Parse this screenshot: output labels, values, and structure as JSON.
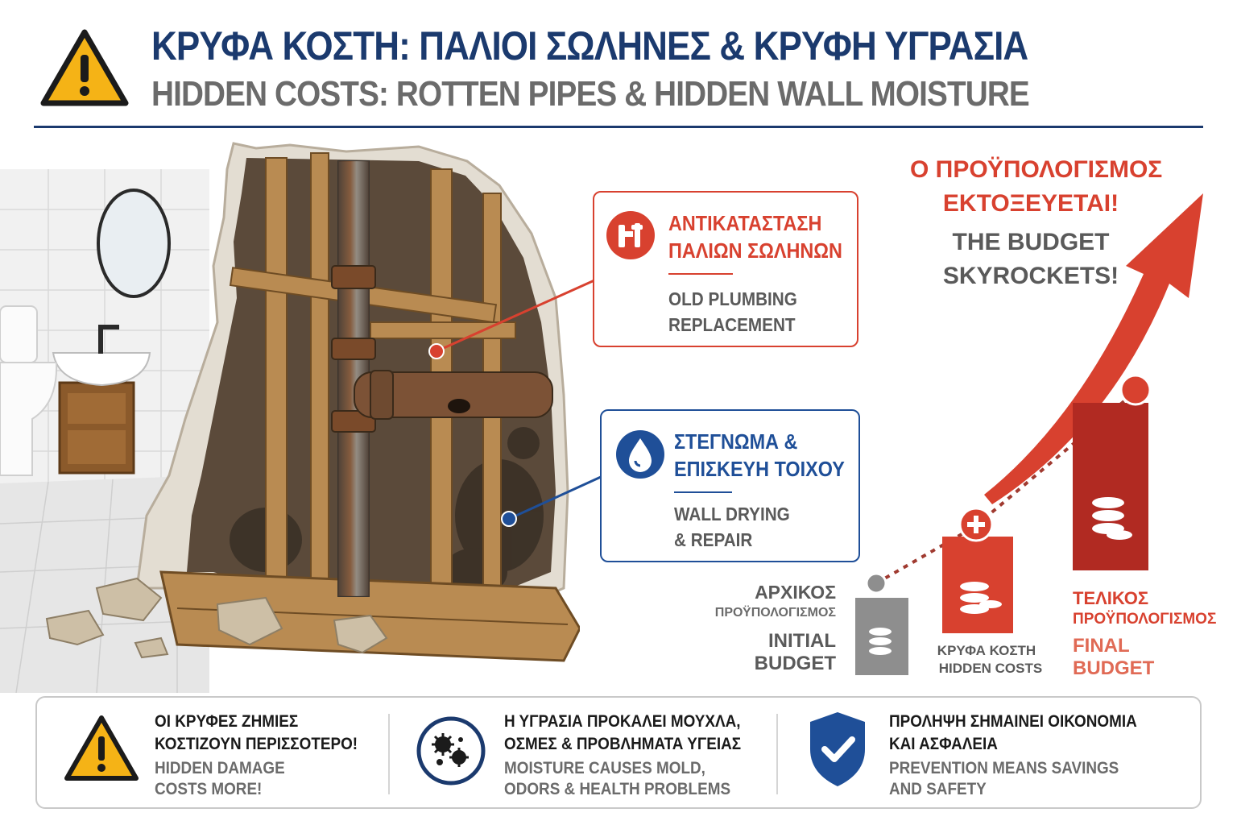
{
  "header": {
    "title_greek": "ΚΡΥΦΑ ΚΟΣΤΗ: ΠΑΛΙΟΙ ΣΩΛΗΝΕΣ & ΚΡΥΦΗ ΥΓΡΑΣΙΑ",
    "title_english": "HIDDEN COSTS: ROTTEN PIPES & HIDDEN WALL MOISTURE"
  },
  "callouts": {
    "pipes": {
      "title_line1": "ΑΝΤΙΚΑΤΑΣΤΑΣΗ",
      "title_line2": "ΠΑΛΙΩΝ ΣΩΛΗΝΩΝ",
      "sub_line1": "OLD PLUMBING",
      "sub_line2": "REPLACEMENT"
    },
    "wall": {
      "title_line1": "ΣΤΕΓΝΩΜΑ &",
      "title_line2": "ΕΠΙΣΚΕΥΗ ΤΟΙΧΟΥ",
      "sub_line1": "WALL DRYING",
      "sub_line2": "& REPAIR"
    }
  },
  "budget": {
    "headline_greek_line1": "Ο ΠΡΟΫΠΟΛΟΓΙΣΜΟΣ",
    "headline_greek_line2": "ΕΚΤΟΞΕΥΕΤΑΙ!",
    "headline_english_line1": "THE BUDGET",
    "headline_english_line2": "SKYROCKETS!",
    "initial": {
      "greek_line1": "ΑΡΧΙΚΟΣ",
      "greek_line2": "ΠΡΟΫΠΟΛΟΓΙΣΜΟΣ",
      "english_line1": "INITIAL",
      "english_line2": "BUDGET"
    },
    "hidden": {
      "greek": "ΚΡΥΦΑ ΚΟΣΤΗ",
      "english": "HIDDEN COSTS"
    },
    "final": {
      "greek_line1": "ΤΕΛΙΚΟΣ",
      "greek_line2": "ΠΡΟΫΠΟΛΟΓΙΣΜΟΣ",
      "english_line1": "FINAL",
      "english_line2": "BUDGET"
    }
  },
  "bottom": {
    "items": [
      {
        "greek_line1": "ΟΙ ΚΡΥΦΕΣ ΖΗΜΙΕΣ",
        "greek_line2": "ΚΟΣΤΙΖΟΥΝ ΠΕΡΙΣΣΟΤΕΡΟ!",
        "english_line1": "HIDDEN DAMAGE",
        "english_line2": "COSTS MORE!"
      },
      {
        "greek_line1": "Η ΥΓΡΑΣΙΑ ΠΡΟΚΑΛΕΙ ΜΟΥΧΛΑ,",
        "greek_line2": "ΟΣΜΕΣ & ΠΡΟΒΛΗΜΑΤΑ ΥΓΕΙΑΣ",
        "english_line1": "MOISTURE CAUSES MOLD,",
        "english_line2": "ODORS & HEALTH PROBLEMS"
      },
      {
        "greek_line1": "ΠΡΟΛΗΨΗ ΣΗΜΑΙΝΕΙ ΟΙΚΟΝΟΜΙΑ",
        "greek_line2": "ΚΑΙ ΑΣΦΑΛΕΙΑ",
        "english_line1": "PREVENTION MEANS SAVINGS",
        "english_line2": "AND SAFETY"
      }
    ]
  },
  "colors": {
    "navy": "#1b3a6e",
    "red": "#d8412f",
    "dark_red": "#b12a22",
    "blue": "#1f4f98",
    "gray": "#8a8a8a",
    "warning_yellow": "#f5b316"
  }
}
